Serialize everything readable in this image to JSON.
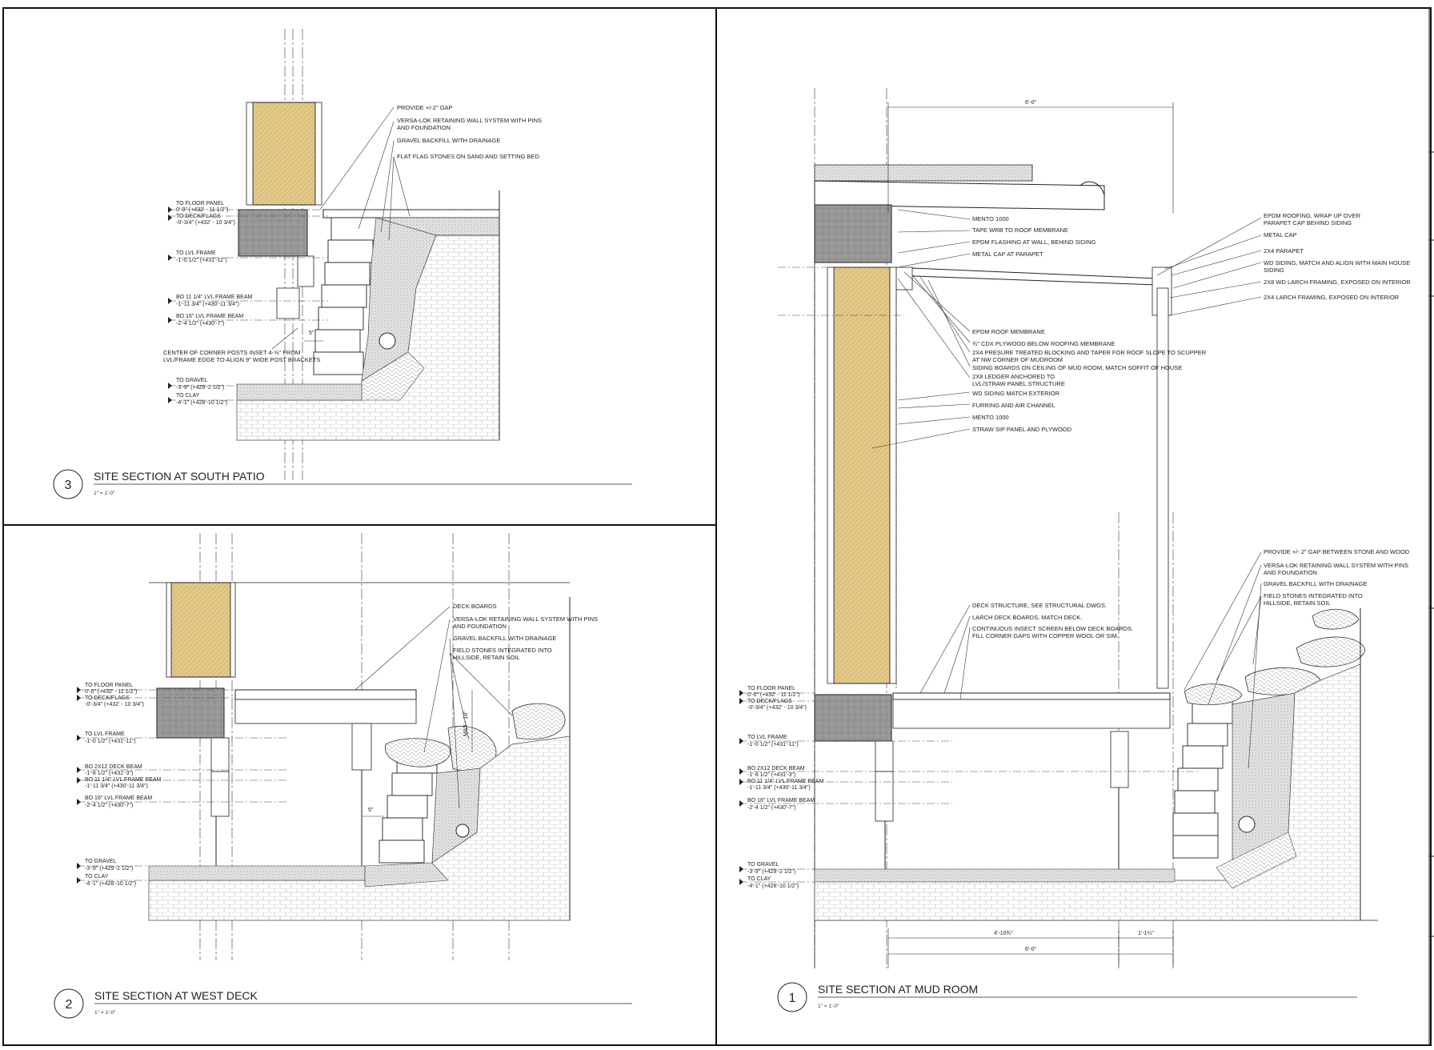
{
  "sheet": {
    "sections": [
      {
        "key": "south_patio",
        "number": "3",
        "title": "SITE SECTION AT SOUTH PATIO",
        "scale": "1\" = 1'-0\"",
        "notes": [
          "PROVIDE +/-2\" GAP",
          "VERSA-LOK RETAINING WALL SYSTEM WITH PINS",
          "AND FOUNDATION",
          "GRAVEL BACKFILL WITH DRAINAGE",
          "FLAT FLAG STONES ON SAND AND SETTING BED",
          "CENTER OF CORNER POSTS INSET 4-⅝\" FROM",
          "LVL/FRAME EDGE TO ALIGN 9\" WIDE POST BRACKETS"
        ],
        "levels": [
          {
            "lines": [
              "TO FLOOR PANEL",
              "0'-0\" (+432' - 11 1/2\")",
              "TO DECK/FLAGS",
              "-0'-3/4\" (+432' - 10 3/4\")"
            ]
          },
          {
            "lines": [
              "TO LVL FRAME",
              "-1'-0 1/2\" (+431'-11\")"
            ]
          },
          {
            "lines": [
              "BO 11 1/4\" LVL FRAME BEAM",
              "-1'-11 3/4\" (+430'-11 3/4\")"
            ]
          },
          {
            "lines": [
              "BO 16\" LVL FRAME BEAM",
              "-2'-4 1/2\" (+430'-7\")"
            ]
          },
          {
            "lines": [
              "TO GRAVEL",
              "-3'-9\" (+429'-2 1/2\")"
            ]
          },
          {
            "lines": [
              "TO CLAY",
              "-4'-1\" (+428'-10 1/2\")"
            ]
          }
        ],
        "dim": "5\""
      },
      {
        "key": "west_deck",
        "number": "2",
        "title": "SITE SECTION AT WEST DECK",
        "scale": "1\" = 1'-0\"",
        "notes": [
          "DECK BOARDS",
          "VERSA-LOK RETAINING WALL SYSTEM WITH PINS",
          "AND FOUNDATION",
          "GRAVEL BACKFILL WITH DRAINAGE",
          "FIELD STONES INTEGRATED INTO",
          "HILLSIDE, RETAIN SOIL"
        ],
        "levels": [
          {
            "lines": [
              "TO FLOOR PANEL",
              "0'-0\" (+432' - 11 1/2\")",
              "TO DECK/FLAGS",
              "-0'-3/4\" (+432' - 10 3/4\")"
            ]
          },
          {
            "lines": [
              "TO LVL FRAME",
              "-1'-0 1/2\" (+431'-11\")"
            ]
          },
          {
            "lines": [
              "BO 2X12 DECK BEAM",
              "-1'-8 1/2\" (+431'-3\")",
              "BO 11 1/4\" LVL FRAME BEAM",
              "-1'-11 3/4\" (+430'-11 3/4\")"
            ]
          },
          {
            "lines": [
              "BO 16\" LVL FRAME BEAM",
              "-2'-4 1/2\" (+430'-7\")"
            ]
          },
          {
            "lines": [
              "TO GRAVEL",
              "-3'-9\" (+429'-2 1/2\")"
            ]
          },
          {
            "lines": [
              "TO CLAY",
              "-4'-1\" (+428'-10 1/2\")"
            ]
          }
        ],
        "dim_max": "MAX - 18\"",
        "dim": "5\""
      },
      {
        "key": "mud_room",
        "number": "1",
        "title": "SITE SECTION AT MUD ROOM",
        "scale": "1\" = 1'-0\"",
        "notes_left": [
          "MENTO 1000",
          "TAPE WRB TO ROOF MEMBRANE",
          "EPDM FLASHING AT WALL, BEHIND SIDING",
          "METAL CAP AT PARAPET",
          "EPDM ROOF MEMBRANE",
          "¾\" CDX PLYWOOD BELOW ROOFING MEMBRANE",
          "2X4 PRESURE TREATED BLOCKING AND TAPER FOR ROOF SLOPE TO SCUPPER",
          "AT NW CORNER OF MUDROOM",
          "SIDING BOARDS ON CEILING OF MUD ROOM, MATCH SOFFIT OF HOUSE",
          "2X8 LEDGER ANCHORED TO",
          "LVL/STRAW PANEL STRUCTURE",
          "WD SIDING MATCH EXTERIOR",
          "FURRING AND AIR CHANNEL",
          "MENTO 1000",
          "STRAW SIP PANEL AND PLYWOOD",
          "DECK STRUCTURE, SEE STRUCTURAL DWGS.",
          "LARCH DECK BOARDS, MATCH DECK.",
          "CONTINUOUS INSECT SCREEN BELOW DECK BOARDS.",
          "FILL CORNER GAPS WITH COPPER WOOL OR SIM."
        ],
        "notes_right": [
          "EPDM ROOFING, WRAP UP OVER",
          "PARAPET CAP BEHIND SIDING",
          "METAL CAP",
          "2X4 PARAPET",
          "WD SIDING, MATCH AND ALIGN WITH MAIN HOUSE",
          "SIDING",
          "2X8 WD LARCH FRAMING, EXPOSED ON INTERIOR",
          "2X4 LARCH FRAMING, EXPOSED ON INTERIOR",
          "PROVIDE +/- 2\" GAP BETWEEN STONE AND WOOD",
          "VERSA-LOK RETAINING WALL SYSTEM WITH PINS",
          "AND FOUNDATION",
          "GRAVEL BACKFILL WITH DRAINAGE",
          "FIELD STONES INTEGRATED INTO",
          "HILLSIDE, RETAIN SOIL"
        ],
        "levels": [
          {
            "lines": [
              "TO FLOOR PANEL",
              "0'-0\" (+432' - 11 1/2\")",
              "TO DECK/FLAGS",
              "-0'-3/4\" (+432' - 10 3/4\")"
            ]
          },
          {
            "lines": [
              "TO LVL FRAME",
              "-1'-0 1/2\" (+431'-11\")"
            ]
          },
          {
            "lines": [
              "BO 2X12 DECK BEAM",
              "-1'-8 1/2\" (+431'-3\")",
              "BO 11 1/4\" LVL FRAME BEAM",
              "-1'-11 3/4\" (+430'-11 3/4\")"
            ]
          },
          {
            "lines": [
              "BO 16\" LVL FRAME BEAM",
              "-2'-4 1/2\" (+430'-7\")"
            ]
          },
          {
            "lines": [
              "TO GRAVEL",
              "-3'-9\" (+429'-2 1/2\")"
            ]
          },
          {
            "lines": [
              "TO CLAY",
              "-4'-1\" (+428'-10 1/2\")"
            ]
          }
        ],
        "dims": {
          "top": "6'-0\"",
          "bottom_a": "4'-10¾\"",
          "bottom_b": "1'-1¼\"",
          "bottom_total": "6'-0\""
        }
      }
    ],
    "colors": {
      "insulation": "#e2c98a",
      "concrete": "#9a9a9a",
      "line": "#222222"
    }
  }
}
